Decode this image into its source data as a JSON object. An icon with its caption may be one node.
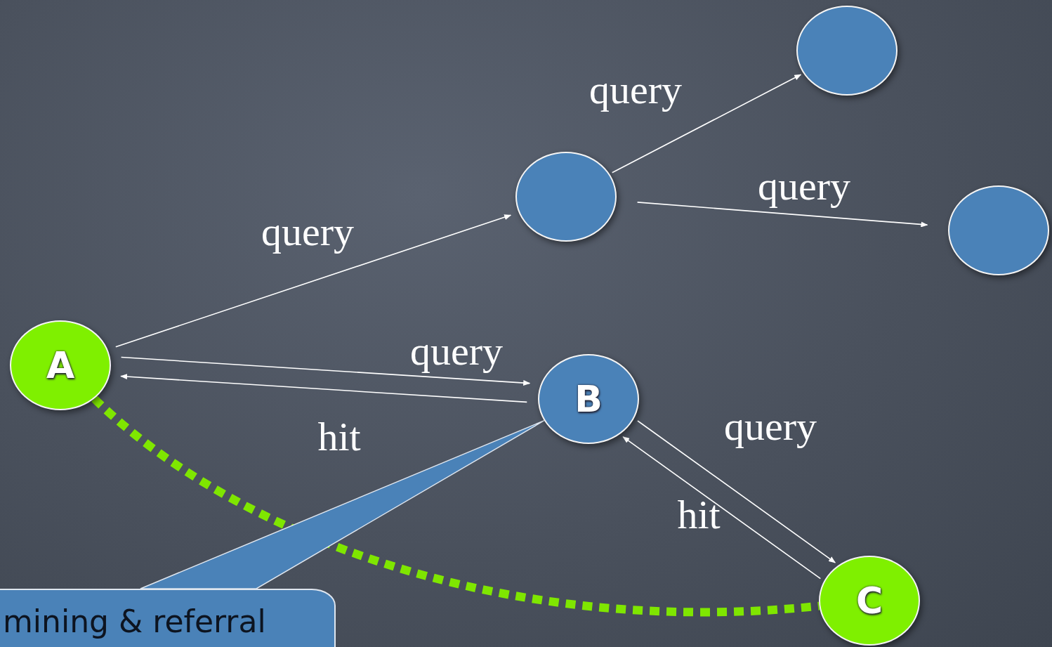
{
  "diagram": {
    "nodes": [
      {
        "text": [
          "A"
        ]
      },
      {
        "text": [],
        "shape": "circle"
      },
      {
        "text": [],
        "shape": "circle"
      },
      {
        "text": [],
        "shape": "circle"
      },
      {
        "text": [
          "B"
        ]
      },
      {
        "text": [
          "C"
        ]
      },
      {
        "text": [
          "mining & referral"
        ]
      }
    ],
    "edges": [
      {
        "from": 0,
        "to": 1,
        "arrow": "to",
        "label": "query"
      },
      {
        "from": 1,
        "to": 2,
        "arrow": "to",
        "label": "query"
      },
      {
        "from": 1,
        "to": 3,
        "arrow": "to",
        "label": "query"
      },
      {
        "from": 0,
        "to": 4,
        "arrow": "to",
        "label": "query"
      },
      {
        "from": 4,
        "to": 0,
        "arrow": "to",
        "label": "hit"
      },
      {
        "from": 4,
        "to": 5,
        "arrow": "to",
        "label": "query"
      },
      {
        "from": 5,
        "to": 4,
        "arrow": "to",
        "label": "hit"
      },
      {
        "from": 0,
        "to": 5,
        "arrow": "none",
        "style": "dashed",
        "color": "#7fe600"
      },
      {
        "from": 6,
        "to": 4,
        "arrow": "none",
        "color": "#4a82b8"
      }
    ]
  }
}
